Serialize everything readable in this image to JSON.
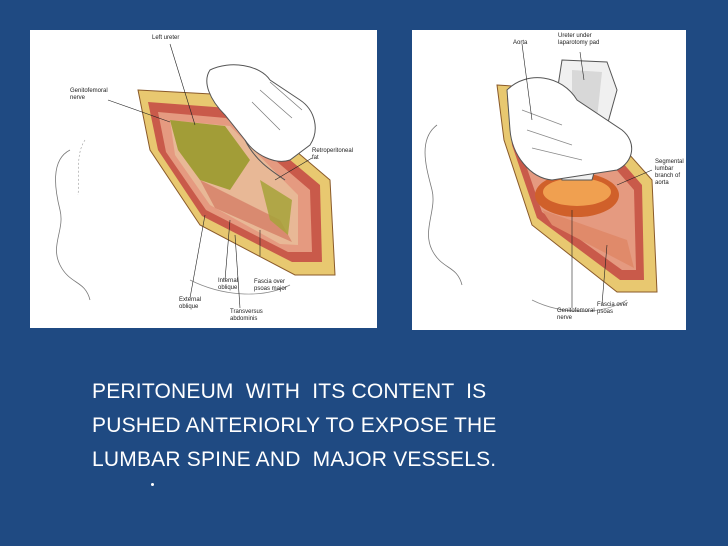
{
  "left_figure": {
    "labels": {
      "left_ureter": "Left ureter",
      "genitofemoral": "Genitofemoral\nnerve",
      "retroperitoneal": "Retroperitoneal\nfat",
      "internal_oblique": "Internal\noblique",
      "fascia_psoas": "Fascia over\npsoas major",
      "external_oblique": "External\noblique",
      "transversus": "Transversus\nabdominis"
    }
  },
  "right_figure": {
    "labels": {
      "aorta": "Aorta",
      "ureter_pad": "Ureter under\nlaparotomy pad",
      "segmental": "Segmental\nlumbar\nbranch of\naorta",
      "genitofemoral": "Genitofemoral\nnerve",
      "fascia_psoas": "Fascia over\npsoas"
    }
  },
  "caption": {
    "line1": "PERITONEUM  WITH  ITS CONTENT  IS",
    "line2": "PUSHED ANTERIORLY TO EXPOSE THE",
    "line3": "LUMBAR SPINE AND  MAJOR VESSELS."
  }
}
